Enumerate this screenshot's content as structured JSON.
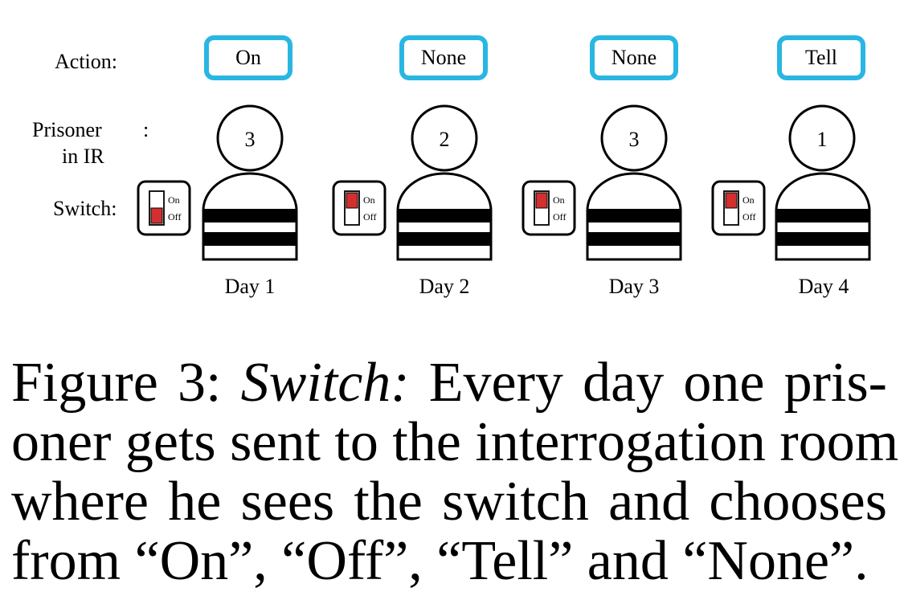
{
  "labels": {
    "action": "Action:",
    "prisoner_line1": "Prisoner",
    "prisoner_line2": "in IR",
    "prisoner_colon": ":",
    "switch": "Switch:"
  },
  "switch_labels": {
    "on": "On",
    "off": "Off"
  },
  "days": [
    {
      "day": "Day 1",
      "action": "On",
      "prisoner": "3",
      "switch_state": "off"
    },
    {
      "day": "Day 2",
      "action": "None",
      "prisoner": "2",
      "switch_state": "on"
    },
    {
      "day": "Day 3",
      "action": "None",
      "prisoner": "3",
      "switch_state": "on"
    },
    {
      "day": "Day 4",
      "action": "Tell",
      "prisoner": "1",
      "switch_state": "on"
    }
  ],
  "colors": {
    "action_border": "#29b6e3",
    "switch_red": "#d32f2f"
  },
  "caption": {
    "prefix": "Figure 3:",
    "title": "Switch:",
    "line1_rest": "Every day one pris-",
    "line2": "oner gets sent to the interrogation room",
    "line3": "where he sees the switch and chooses",
    "line4": "from “On”, “Off”, “Tell” and “None”."
  }
}
